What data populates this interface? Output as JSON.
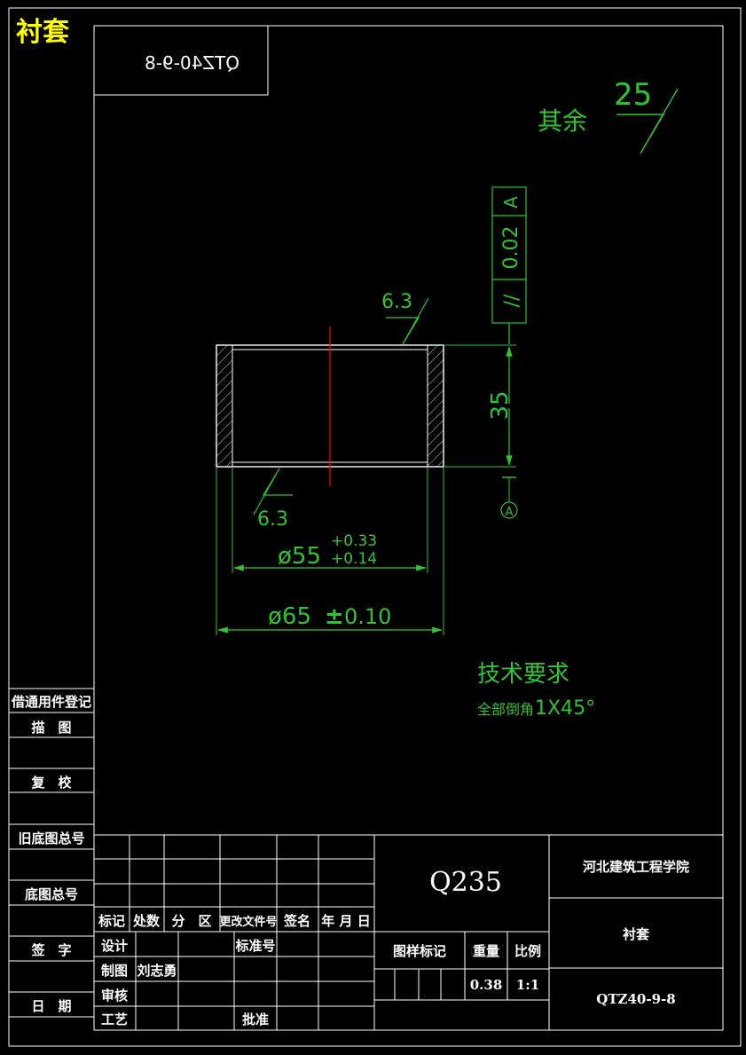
{
  "corner_title": "衬套",
  "mirrored_code": "QTZ40-9-8",
  "roughness_other": {
    "prefix": "其余",
    "value": "25"
  },
  "tolerance_frame": {
    "symbol": "//",
    "value": "0.02",
    "datum": "A"
  },
  "roughness_top": "6.3",
  "roughness_bottom": "6.3",
  "dim_height": "35",
  "datum_label": "A",
  "dim_inner": {
    "text": "ø55",
    "upper": "+0.33",
    "lower": "+0.14"
  },
  "dim_outer": {
    "text": "ø65",
    "pm": "±",
    "tol": "0.10"
  },
  "tech_req": {
    "title": "技术要求",
    "line1_cn": "全部倒角",
    "line1_val": "1X45°"
  },
  "side_labels": [
    "借通用件登记",
    "描　图",
    "复　校",
    "旧底图总号",
    "底图总号",
    "签　字",
    "日　期"
  ],
  "title_block": {
    "material": "Q235",
    "school": "河北建筑工程学院",
    "part_name": "衬套",
    "drawing_no": "QTZ40-9-8",
    "revision_headers": [
      "标记",
      "处数",
      "分　区",
      "更改文件号",
      "签名",
      "年 月 日"
    ],
    "design_label": "设计",
    "standard_label": "标准号",
    "draft_label": "制图",
    "drafter": "刘志勇",
    "review_label": "审核",
    "process_label": "工艺",
    "approve_label": "批准",
    "stage_label": "图样标记",
    "weight_label": "重量",
    "scale_label": "比例",
    "weight": "0.38",
    "scale": "1:1"
  },
  "colors": {
    "outline": "#ffffff",
    "dimension": "#34c234",
    "center": "#ff0000",
    "corner_title": "#ffff00"
  }
}
